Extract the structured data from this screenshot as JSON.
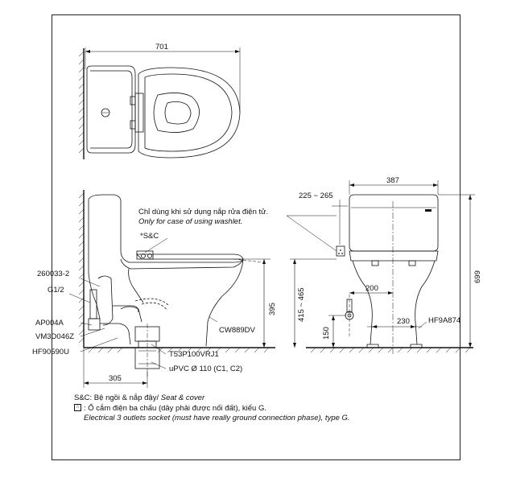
{
  "dimensions": {
    "top_width": "701",
    "front_width": "387",
    "back_clearance": "225 ~ 265",
    "rough_in": "305",
    "seat_height": "395",
    "socket_height_range": "415 ~ 465",
    "total_height": "699",
    "socket_offset": "200",
    "floor_socket_height": "150",
    "inlet_offset": "230"
  },
  "callouts": {
    "washlet_note_vi": "Chỉ dùng khi sử dụng nắp rửa điện tử.",
    "washlet_note_en": "Only for case of using washlet.",
    "seat": "*S&C",
    "bowl_model": "CW889DV",
    "tank_model": "HF9A874",
    "part_260033": "260033-2",
    "part_g12": "G1/2",
    "part_ap004a": "AP004A",
    "part_vm3d046z": "VM3D046Z",
    "part_hf90590u": "HF90590U",
    "part_t53p": "T53P100VRJ1",
    "upvc": "uPVC Ø 110 (C1, C2)"
  },
  "notes": {
    "sc_prefix": "S&C: Bệ ngồi & nắp đậy/ ",
    "sc_en": "Seat & cover",
    "socket_icon": "power-socket-icon",
    "socket_vi": ": Ổ cắm điện ba chấu (dây phải được nối đất), kiểu G.",
    "socket_en": "Electrical 3 outlets socket (must have really ground connection phase), type G."
  }
}
